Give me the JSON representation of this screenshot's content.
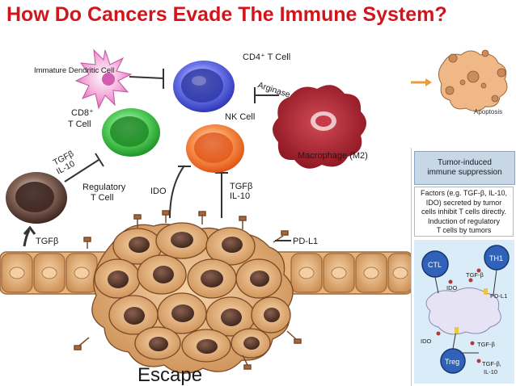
{
  "title": "How Do Cancers Evade The Immune System?",
  "labels": {
    "immature_dc": "Immature Dendritic Cell",
    "cd4": "CD4⁺ T Cell",
    "cd8_line1": "CD8⁺",
    "cd8_line2": "T Cell",
    "nk": "NK Cell",
    "arginase": "Arginase",
    "macrophage": "Macrophage (M2)",
    "tgf_il10_left_1": "TGFβ",
    "tgf_il10_left_2": "IL-10",
    "regulatory_1": "Regulatory",
    "regulatory_2": "T Cell",
    "ido": "IDO",
    "tgf_il10_mid_1": "TGFβ",
    "tgf_il10_mid_2": "IL-10",
    "tgfb_bottom": "TGFβ",
    "pdl1": "PD-L1",
    "escape": "Escape",
    "apoptosis": "Apoptosis"
  },
  "side_panel": {
    "header_1": "Tumor-induced",
    "header_2": "immune suppression",
    "text_1": "Factors (e.g. TGF-β, IL-10,",
    "text_2": "IDO) secreted by tumor",
    "text_3": "cells inhibit T cells directly.",
    "text_4": "Induction of regulatory",
    "text_5": "T cells by tumors",
    "ctl": "CTL",
    "th1": "TH1",
    "ido_1": "IDO",
    "tgf_1": "TGF-β",
    "pdl1": "PD-L1",
    "ido_2": "IDO",
    "tgf_2": "TGF-β",
    "treg": "Treg",
    "tgf_3": "TGF-β,",
    "il10": "IL-10"
  },
  "colors": {
    "title": "#d4141b",
    "cd4_cell": "#4a55d8",
    "cd8_cell": "#2fb536",
    "nk_cell": "#f2712e",
    "dendritic_cell": "#e887c9",
    "macrophage": "#a8202c",
    "regulatory_cell": "#5a3a30",
    "tumor_cell": "#d79a62",
    "side_header": "#c8d7e6",
    "side_diagram_bg": "#d9ecf8"
  }
}
